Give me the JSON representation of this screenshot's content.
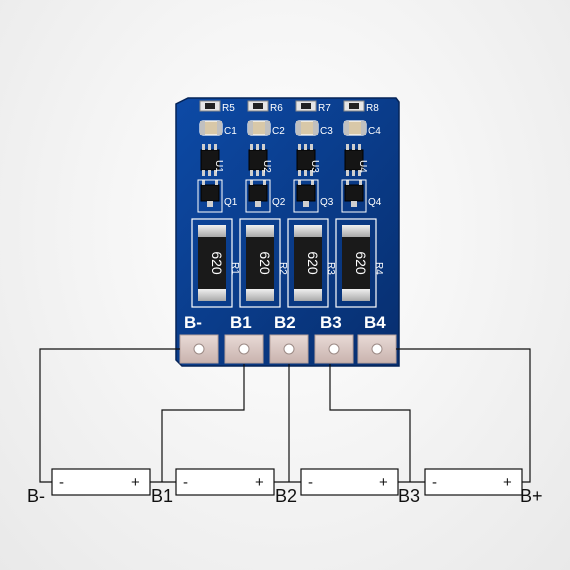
{
  "board": {
    "pad_labels": [
      "B-",
      "B1",
      "B2",
      "B3",
      "B4"
    ],
    "top_refs": [
      "R5",
      "R6",
      "R7",
      "R8"
    ],
    "cap_refs": [
      "C1",
      "C2",
      "C3",
      "C4"
    ],
    "ic_refs": [
      "U1",
      "U2",
      "U3",
      "U4"
    ],
    "fet_refs": [
      "Q1",
      "Q2",
      "Q3",
      "Q4"
    ],
    "resistor_refs": [
      "R1",
      "R2",
      "R3",
      "R4"
    ],
    "resistor_code": "620",
    "colors": {
      "pcb": "#0b3d8c",
      "pad": "#d9c6c2",
      "resistor": "#1a1a1a"
    }
  },
  "diagram": {
    "cells": [
      {
        "minus": "-",
        "plus": "+"
      },
      {
        "minus": "-",
        "plus": "+"
      },
      {
        "minus": "-",
        "plus": "+"
      },
      {
        "minus": "-",
        "plus": "+"
      }
    ],
    "terminal_labels": [
      "B-",
      "B1",
      "B2",
      "B3",
      "B+"
    ]
  }
}
